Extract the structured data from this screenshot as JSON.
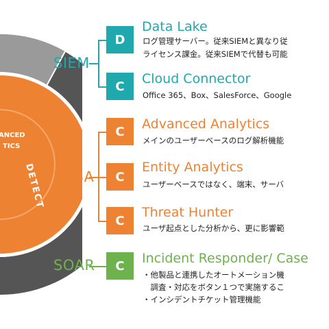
{
  "colors": {
    "teal": "#1fa8ae",
    "orange": "#ee8233",
    "green": "#6db24d",
    "dark_gray": "#555555",
    "light_gray": "#9a9a9a"
  },
  "wheel": {
    "center_lines": [
      "ANCED",
      "TICS"
    ],
    "ring_label": "DETECT"
  },
  "groups": {
    "siem": {
      "label": "SIEM",
      "items": [
        {
          "badge": "D",
          "title": "Data Lake",
          "desc": [
            "ログ管理サーバー。従来SIEMと異なり従",
            "ライセンス課金。従来SIEMで代替も可能"
          ]
        },
        {
          "badge": "C",
          "title": "Cloud Connector",
          "desc": [
            "Office 365、Box、SalesForce、Google"
          ]
        }
      ]
    },
    "ueba": {
      "label": "UEBA",
      "items": [
        {
          "badge": "C",
          "title": "Advanced Analytics",
          "desc": [
            "メインのユーザーベースのログ解析機能"
          ]
        },
        {
          "badge": "C",
          "title": "Entity Analytics",
          "desc": [
            "ユーザーベースではなく、端末、サーバ"
          ]
        },
        {
          "badge": "C",
          "title": "Threat Hunter",
          "desc": [
            "ユーザ起点とした分析から、更に影響範"
          ]
        }
      ]
    },
    "soar": {
      "label": "SOAR",
      "items": [
        {
          "badge": "C",
          "title": "Incident Responder/ Case",
          "desc": [
            "・他製品と連携したオートメーション機",
            "　調査・対応をボタン１つで実施するこ",
            "・インシデントチケット管理機能"
          ]
        }
      ]
    }
  }
}
